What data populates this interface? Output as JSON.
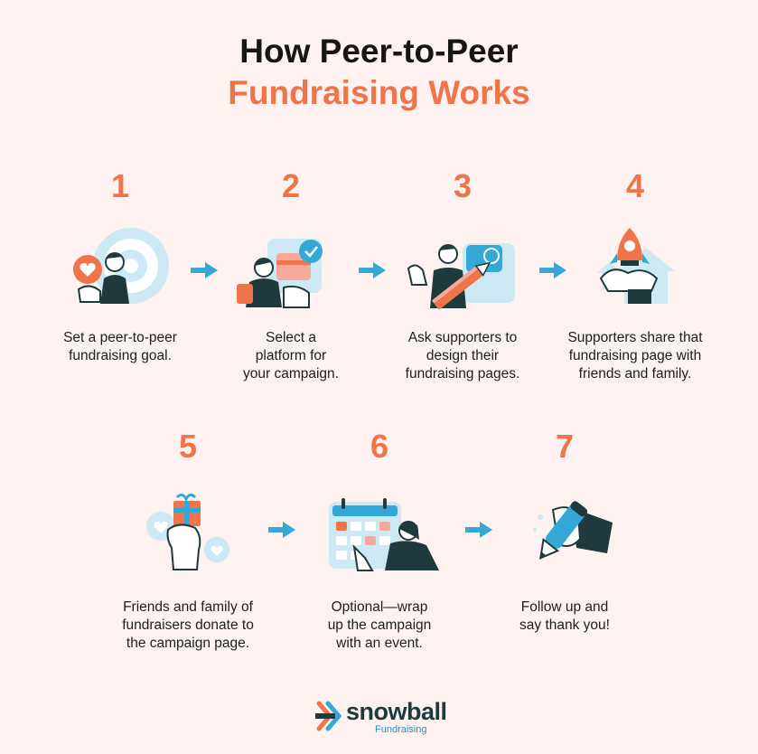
{
  "title": {
    "line1": "How Peer-to-Peer",
    "line2": "Fundraising Works"
  },
  "colors": {
    "accent": "#ef7449",
    "blue": "#34a9d8",
    "dark": "#1f3a3d",
    "light": "#cce9f4",
    "bg": "#fdf2f0"
  },
  "steps": [
    {
      "number": "1",
      "line1": "Set a peer-to-peer",
      "line2": "fundraising goal.",
      "line3": "",
      "icon": "target-goal-icon"
    },
    {
      "number": "2",
      "line1": "Select a",
      "line2": "platform for",
      "line3": "your campaign.",
      "icon": "platform-card-icon"
    },
    {
      "number": "3",
      "line1": "Ask supporters to",
      "line2": "design their",
      "line3": "fundraising pages.",
      "icon": "design-pencil-icon"
    },
    {
      "number": "4",
      "line1": "Supporters share that",
      "line2": "fundraising page with",
      "line3": "friends and family.",
      "icon": "rocket-share-icon"
    },
    {
      "number": "5",
      "line1": "Friends and family of",
      "line2": "fundraisers donate to",
      "line3": "the campaign page.",
      "icon": "gift-donate-icon"
    },
    {
      "number": "6",
      "line1": "Optional—wrap",
      "line2": "up the campaign",
      "line3": "with an event.",
      "icon": "calendar-event-icon"
    },
    {
      "number": "7",
      "line1": "Follow up and",
      "line2": "say thank you!",
      "line3": "",
      "icon": "pen-thank-you-icon"
    }
  ],
  "logo": {
    "name": "snowball",
    "sub": "Fundraising"
  }
}
